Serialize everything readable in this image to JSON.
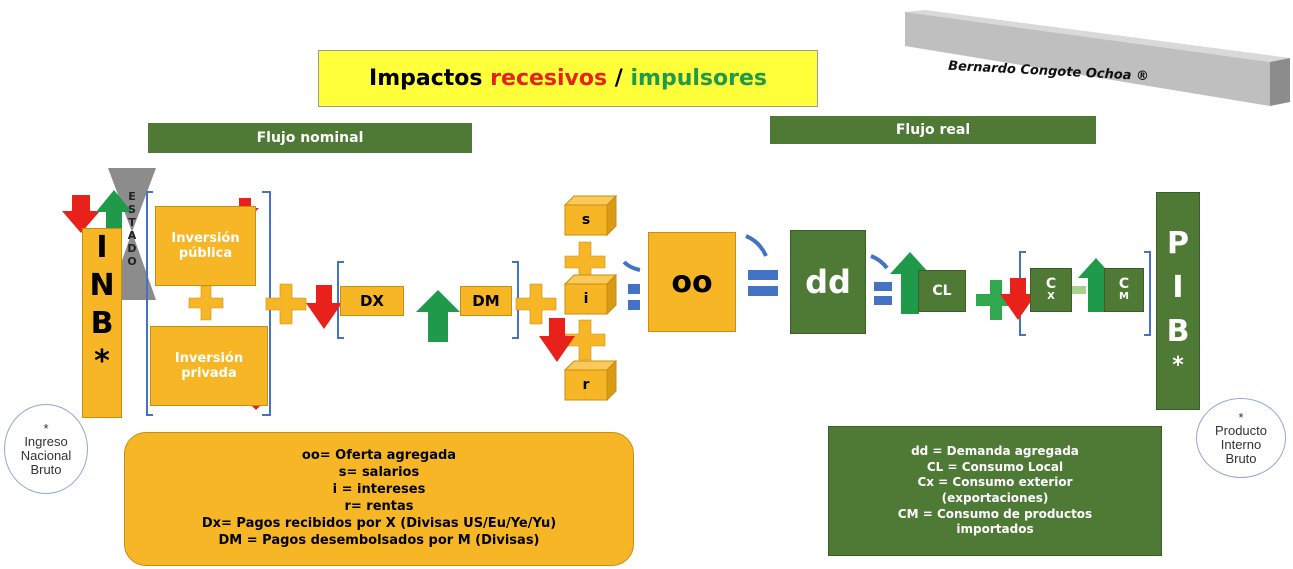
{
  "title": {
    "part1": "Impactos",
    "part2": "recesivos",
    "sep": "/",
    "part3": "impulsores"
  },
  "author": "Bernardo Congote Ochoa ®",
  "flujo_nominal": "Flujo nominal",
  "flujo_real": "Flujo real",
  "estado_letters": [
    "E",
    "S",
    "T",
    "A",
    "D",
    "O"
  ],
  "inb": {
    "letters": [
      "I",
      "N",
      "B",
      "*"
    ],
    "asterisk": "*",
    "label_lines": [
      "Ingreso",
      "Nacional",
      "Bruto"
    ]
  },
  "pib": {
    "letters": [
      "P",
      "I",
      "B",
      "*"
    ],
    "asterisk": "*",
    "label_lines": [
      "Producto",
      "Interno",
      "Bruto"
    ]
  },
  "inversion_publica": [
    "Inversión",
    "pública"
  ],
  "inversion_privada": [
    "Inversión",
    "privada"
  ],
  "dx": "DX",
  "dm": "DM",
  "cubes": {
    "s": "s",
    "i": "i",
    "r": "r"
  },
  "oo": "oo",
  "dd": "dd",
  "cl": "CL",
  "cx": {
    "main": "C",
    "sub": "X"
  },
  "cm": {
    "main": "C",
    "sub": "M"
  },
  "legend_oo": [
    "oo= Oferta agregada",
    "s= salarios",
    "i = intereses",
    "r= rentas",
    "Dx= Pagos recibidos por X (Divisas US/Eu/Ye/Yu)",
    "DM = Pagos desembolsados por M (Divisas)"
  ],
  "legend_dd": [
    "dd = Demanda agregada",
    "CL = Consumo  Local",
    "Cx = Consumo  exterior",
    "(exportaciones)",
    "CM = Consumo  de productos",
    "importados"
  ],
  "colors": {
    "orange": "#f6b626",
    "green": "#4f7a36",
    "red": "#e8221b",
    "arrow_green": "#1f9a4a",
    "blue": "#4472c4",
    "yellow": "#ffff3a"
  }
}
